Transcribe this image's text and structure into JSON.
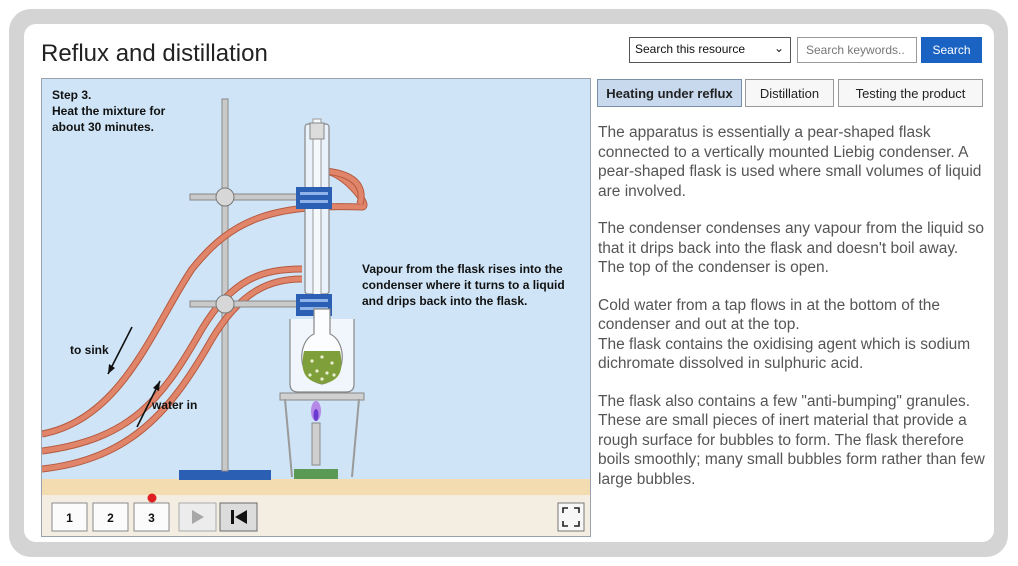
{
  "page": {
    "title": "Reflux and distillation"
  },
  "search": {
    "scope_selected": "Search this resource",
    "placeholder": "Search keywords..",
    "button_label": "Search"
  },
  "tabs": [
    {
      "label": "Heating under reflux",
      "active": true
    },
    {
      "label": "Distillation",
      "active": false
    },
    {
      "label": "Testing the product",
      "active": false
    }
  ],
  "animation": {
    "step_title": "Step 3.",
    "step_line1": "Heat the mixture for",
    "step_line2": "about 30 minutes.",
    "annotation_line1": "Vapour from the flask rises into the",
    "annotation_line2": "condenser where it turns to a liquid",
    "annotation_line3": "and drips back into the flask.",
    "label_to_sink": "to sink",
    "label_water_in": "water in",
    "step_buttons": [
      "1",
      "2",
      "3"
    ],
    "current_step": "3",
    "icons": [
      "play-icon",
      "rewind-to-start-icon",
      "fullscreen-icon"
    ]
  },
  "content": {
    "p1": "The apparatus is essentially a pear-shaped flask connected to a vertically mounted Liebig condenser. A pear-shaped flask is used where small volumes of liquid are involved.",
    "p2": "The condenser condenses any vapour from the liquid so that it drips back into the flask and doesn't boil away. The top of the condenser is open.",
    "p3a": "Cold water from a tap flows in at the bottom of the condenser and out at the top.",
    "p3b": "The flask contains the oxidising agent which is sodium dichromate dissolved in sulphuric acid.",
    "p4": "The flask also contains a few \"anti-bumping\" granules. These are small pieces of inert material that provide a rough surface for bubbles to form. The flask therefore boils smoothly; many small bubbles form rather than few large bubbles."
  },
  "colors": {
    "search_button": "#1a63c2",
    "active_tab": "#c8d9ee",
    "stage_background": "#cfe5f7",
    "tubing": "#e0846a",
    "clamp": "#2a5fb4",
    "liquid": "#7f9f3a",
    "step_indicator": "#e02020"
  }
}
